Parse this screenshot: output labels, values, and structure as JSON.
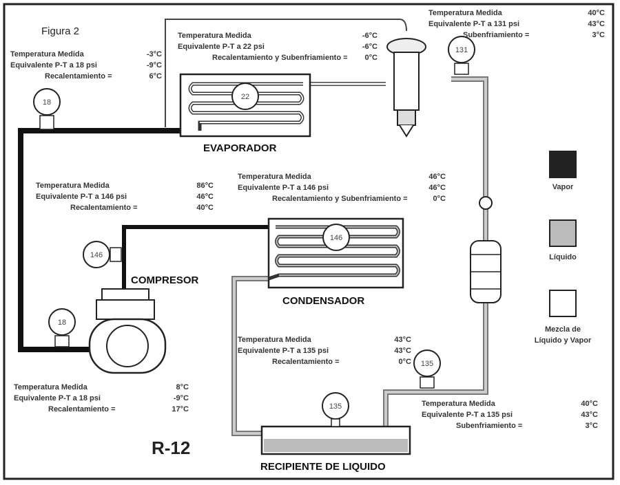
{
  "figure_label": "Figura 2",
  "refrigerant": "R-12",
  "components": {
    "evaporator": "EVAPORADOR",
    "condenser": "CONDENSADOR",
    "compressor": "COMPRESOR",
    "receiver": "RECIPIENTE DE LIQUIDO"
  },
  "gauges": {
    "suction_line": "18",
    "evaporator": "22",
    "expansion_valve": "131",
    "discharge": "146",
    "compressor_suction": "18",
    "condenser": "146",
    "receiver_inlet": "135",
    "receiver": "135"
  },
  "legend": [
    {
      "label": "Vapor",
      "color": "#222222"
    },
    {
      "label": "Líquido",
      "color": "#bbbbbb"
    },
    {
      "label": "Mezcla de Líquido y Vapor",
      "color": "#ffffff"
    }
  ],
  "legend_mix_lines": [
    "Mezcla de",
    "Líquido y Vapor"
  ],
  "readings": {
    "top_left": [
      {
        "label": "Temperatura Medida",
        "value": "-3°C"
      },
      {
        "label": "Equivalente P-T a 18 psi",
        "value": "-9°C"
      },
      {
        "label": "Recalentamiento =",
        "value": "6°C"
      }
    ],
    "top_center": [
      {
        "label": "Temperatura Medida",
        "value": "-6°C"
      },
      {
        "label": "Equivalente P-T a 22 psi",
        "value": "-6°C"
      },
      {
        "label": "Recalentamiento y Subenfriamiento =",
        "value": "0°C"
      }
    ],
    "top_right": [
      {
        "label": "Temperatura Medida",
        "value": "40°C"
      },
      {
        "label": "Equivalente P-T a 131 psi",
        "value": "43°C"
      },
      {
        "label": "Subenfriamiento =",
        "value": "3°C"
      }
    ],
    "mid_left": [
      {
        "label": "Temperatura Medida",
        "value": "86°C"
      },
      {
        "label": "Equivalente P-T a 146 psi",
        "value": "46°C"
      },
      {
        "label": "Recalentamiento =",
        "value": "40°C"
      }
    ],
    "mid_center": [
      {
        "label": "Temperatura Medida",
        "value": "46°C"
      },
      {
        "label": "Equivalente P-T a 146 psi",
        "value": "46°C"
      },
      {
        "label": "Recalentamiento y Subenfriamiento =",
        "value": "0°C"
      }
    ],
    "low_center": [
      {
        "label": "Temperatura Medida",
        "value": "43°C"
      },
      {
        "label": "Equivalente P-T a 135 psi",
        "value": "43°C"
      },
      {
        "label": "Recalentamiento =",
        "value": "0°C"
      }
    ],
    "bottom_left": [
      {
        "label": "Temperatura Medida",
        "value": "8°C"
      },
      {
        "label": "Equivalente P-T a 18 psi",
        "value": "-9°C"
      },
      {
        "label": "Recalentamiento =",
        "value": "17°C"
      }
    ],
    "bottom_right": [
      {
        "label": "Temperatura Medida",
        "value": "40°C"
      },
      {
        "label": "Equivalente P-T a 135 psi",
        "value": "43°C"
      },
      {
        "label": "Subenfriamiento =",
        "value": "3°C"
      }
    ]
  }
}
